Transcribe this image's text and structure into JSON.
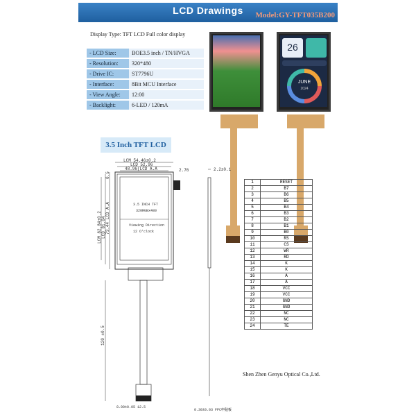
{
  "header": {
    "title": "LCD Drawings",
    "model": "Model:GY-TFT035B200"
  },
  "display_type": "Display Type: TFT LCD Full color display",
  "specs": [
    {
      "key": "- LCD Size:",
      "value": "BOE3.5 inch  / TN/HVGA"
    },
    {
      "key": "- Resolution:",
      "value": "320*480"
    },
    {
      "key": "- Drive IC:",
      "value": "ST7796U"
    },
    {
      "key": "- Interface:",
      "value": "8Bit MCU Interface"
    },
    {
      "key": "- View Angle:",
      "value": "12:00"
    },
    {
      "key": "- Backlight:",
      "value": "6-LED / 120mA"
    }
  ],
  "subtitle": "3.5 Inch TFT LCD",
  "demo_screen": {
    "date_number": "26",
    "month": "JUNE",
    "year": "2024"
  },
  "drawing": {
    "dim_lcm_width": "LCM 54.46±0.2",
    "dim_lcd_width": "LCD 52.96",
    "dim_va_width": "48.96(LCD A.A",
    "dim_side": "2.76",
    "dim_lcm_height": "LCM 82.84±0.2",
    "dim_lcd_height": "LCD 81.04",
    "dim_va_height": "73.44 LCD A.A",
    "dim_top": "0.5",
    "dim_thickness": "2.2±0.1",
    "screen_line1": "3.5 INCH TFT",
    "screen_line2": "320RGBx480",
    "viewing_line1": "Viewing Direction",
    "viewing_line2": "12  O'clock",
    "dim_fpc_length": "120 ±0.5",
    "dim_fpc_bottom": "8.00±0.05",
    "dim_fpc_width": "12.5",
    "dim_fpc_note": "0.30±0.03 FPC中贴板"
  },
  "pins": [
    {
      "n": "1",
      "s": "RESET"
    },
    {
      "n": "2",
      "s": "B7"
    },
    {
      "n": "3",
      "s": "B6"
    },
    {
      "n": "4",
      "s": "B5"
    },
    {
      "n": "5",
      "s": "B4"
    },
    {
      "n": "6",
      "s": "B3"
    },
    {
      "n": "7",
      "s": "B2"
    },
    {
      "n": "8",
      "s": "B1"
    },
    {
      "n": "9",
      "s": "B0"
    },
    {
      "n": "10",
      "s": "RS"
    },
    {
      "n": "11",
      "s": "CS"
    },
    {
      "n": "12",
      "s": "WR"
    },
    {
      "n": "13",
      "s": "RD"
    },
    {
      "n": "14",
      "s": "K"
    },
    {
      "n": "15",
      "s": "K"
    },
    {
      "n": "16",
      "s": "A"
    },
    {
      "n": "17",
      "s": "A"
    },
    {
      "n": "18",
      "s": "VCC"
    },
    {
      "n": "19",
      "s": "VCC"
    },
    {
      "n": "20",
      "s": "GND"
    },
    {
      "n": "21",
      "s": "GND"
    },
    {
      "n": "22",
      "s": "NC"
    },
    {
      "n": "23",
      "s": "NC"
    },
    {
      "n": "24",
      "s": "TE"
    }
  ],
  "company": "Shen Zhen Genyu Optical Co.,Ltd.",
  "colors": {
    "header_bg": "#2a6fb3",
    "model_text": "#f39a7a",
    "key_cell": "#9fc7e8",
    "fpc": "#d8a86a"
  }
}
